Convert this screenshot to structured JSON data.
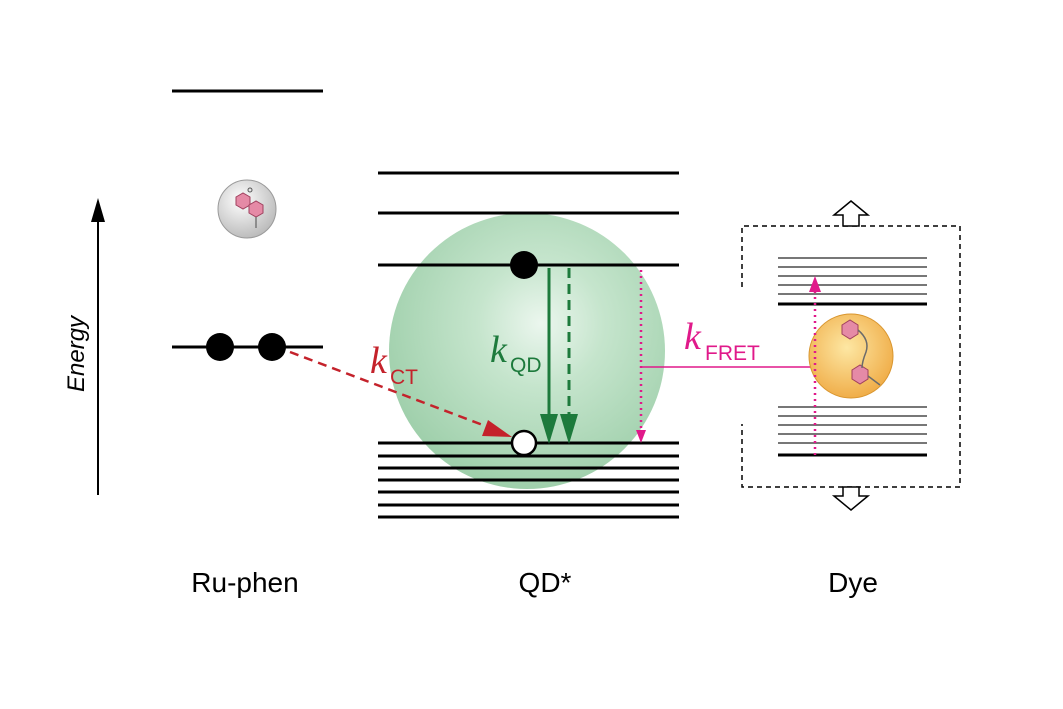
{
  "axis": {
    "label": "Energy"
  },
  "species": [
    {
      "id": "ru",
      "label": "Ru-phen"
    },
    {
      "id": "qd",
      "label": "QD*"
    },
    {
      "id": "dye",
      "label": "Dye"
    }
  ],
  "rates": {
    "ct": {
      "symbol": "k",
      "subscript": "CT"
    },
    "qd": {
      "symbol": "k",
      "subscript": "QD"
    },
    "fret": {
      "symbol": "k",
      "subscript": "FRET"
    }
  },
  "colors": {
    "ct": "#c4222b",
    "qd": "#1d7a3c",
    "fret": "#e0198a",
    "level": "#000000",
    "dye_level": "#777777",
    "qd_sphere": "#a8d5b3",
    "dye_sphere": "#f3b548",
    "molecule": "#e58aa6"
  },
  "icons": {
    "energy_axis": "up-arrow-icon",
    "ru_complex": "ru-phen-complex-icon",
    "dye_molecule": "dye-molecule-icon",
    "expand_up": "hollow-up-arrow-icon",
    "expand_down": "hollow-down-arrow-icon"
  }
}
